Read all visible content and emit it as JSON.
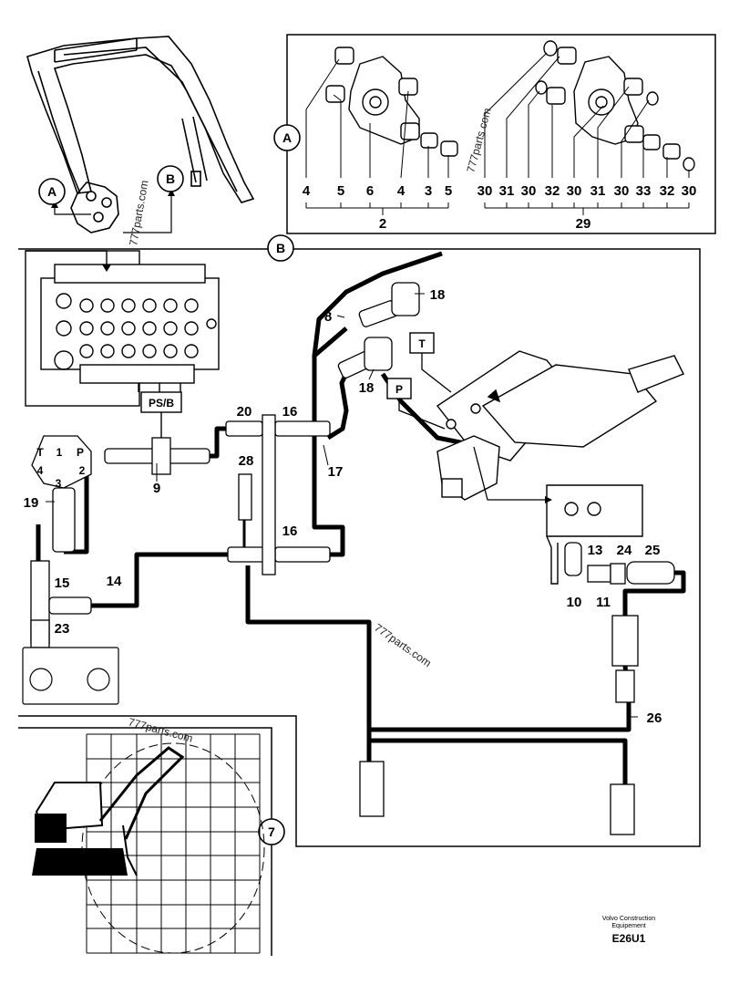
{
  "detail_a": {
    "callout": "A",
    "left_group": {
      "items": [
        "4",
        "5",
        "6",
        "4",
        "3",
        "5"
      ],
      "total": "2"
    },
    "right_group": {
      "items": [
        "30",
        "31",
        "30",
        "32",
        "30",
        "31",
        "30",
        "33",
        "32",
        "30"
      ],
      "total": "29"
    }
  },
  "arm_view": {
    "callout_a": "A",
    "callout_b": "B"
  },
  "detail_b": {
    "callout": "B",
    "labels": {
      "l8": "8",
      "l18a": "18",
      "l18b": "18",
      "T": "T",
      "P": "P",
      "PSB": "PS/B",
      "l20": "20",
      "l16a": "16",
      "l16b": "16",
      "l17": "17",
      "l9": "9",
      "l28": "28",
      "l19": "19",
      "l14": "14",
      "l15": "15",
      "l23": "23",
      "l13": "13",
      "l24": "24",
      "l25": "25",
      "l10": "10",
      "l11": "11",
      "l26": "26"
    },
    "pilot_ports": {
      "p1": "1",
      "T": "T",
      "P": "P",
      "p4": "4",
      "p2": "2",
      "p3": "3"
    }
  },
  "detail_7": {
    "callout": "7"
  },
  "watermark": "777parts.com",
  "footer": {
    "company_line1": "Volvo Construction",
    "company_line2": "Equipement",
    "code": "E26U1"
  }
}
